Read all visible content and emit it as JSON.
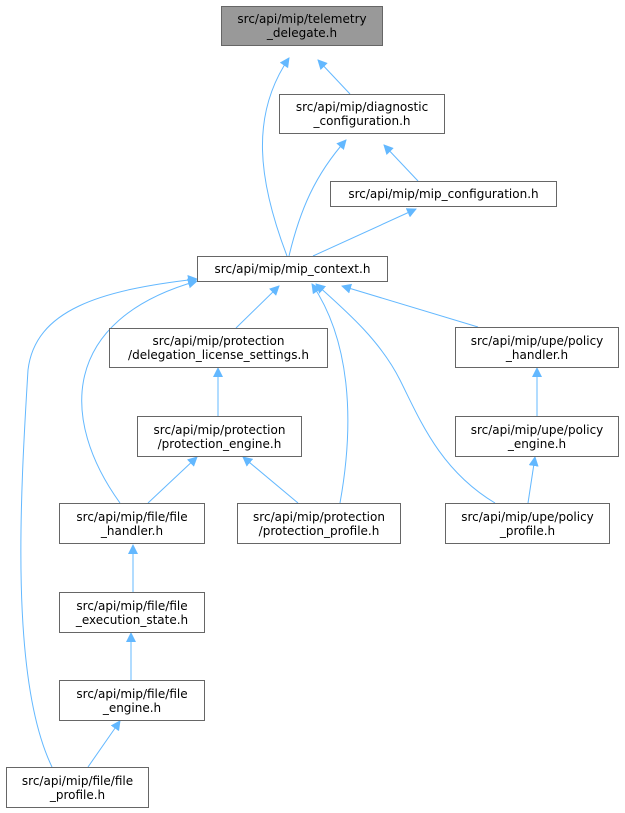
{
  "colors": {
    "edge": "#63b8ff",
    "node_border": "#666666",
    "root_fill": "#999999",
    "node_fill": "#ffffff"
  },
  "nodes": {
    "telemetry_delegate": [
      "src/api/mip/telemetry",
      "_delegate.h"
    ],
    "diagnostic_configuration": [
      "src/api/mip/diagnostic",
      "_configuration.h"
    ],
    "mip_configuration": [
      "src/api/mip/mip_configuration.h"
    ],
    "mip_context": [
      "src/api/mip/mip_context.h"
    ],
    "delegation_license_settings": [
      "src/api/mip/protection",
      "/delegation_license_settings.h"
    ],
    "policy_handler": [
      "src/api/mip/upe/policy",
      "_handler.h"
    ],
    "protection_engine": [
      "src/api/mip/protection",
      "/protection_engine.h"
    ],
    "policy_engine": [
      "src/api/mip/upe/policy",
      "_engine.h"
    ],
    "file_handler": [
      "src/api/mip/file/file",
      "_handler.h"
    ],
    "protection_profile": [
      "src/api/mip/protection",
      "/protection_profile.h"
    ],
    "policy_profile": [
      "src/api/mip/upe/policy",
      "_profile.h"
    ],
    "file_execution_state": [
      "src/api/mip/file/file",
      "_execution_state.h"
    ],
    "file_engine": [
      "src/api/mip/file/file",
      "_engine.h"
    ],
    "file_profile": [
      "src/api/mip/file/file",
      "_profile.h"
    ]
  }
}
